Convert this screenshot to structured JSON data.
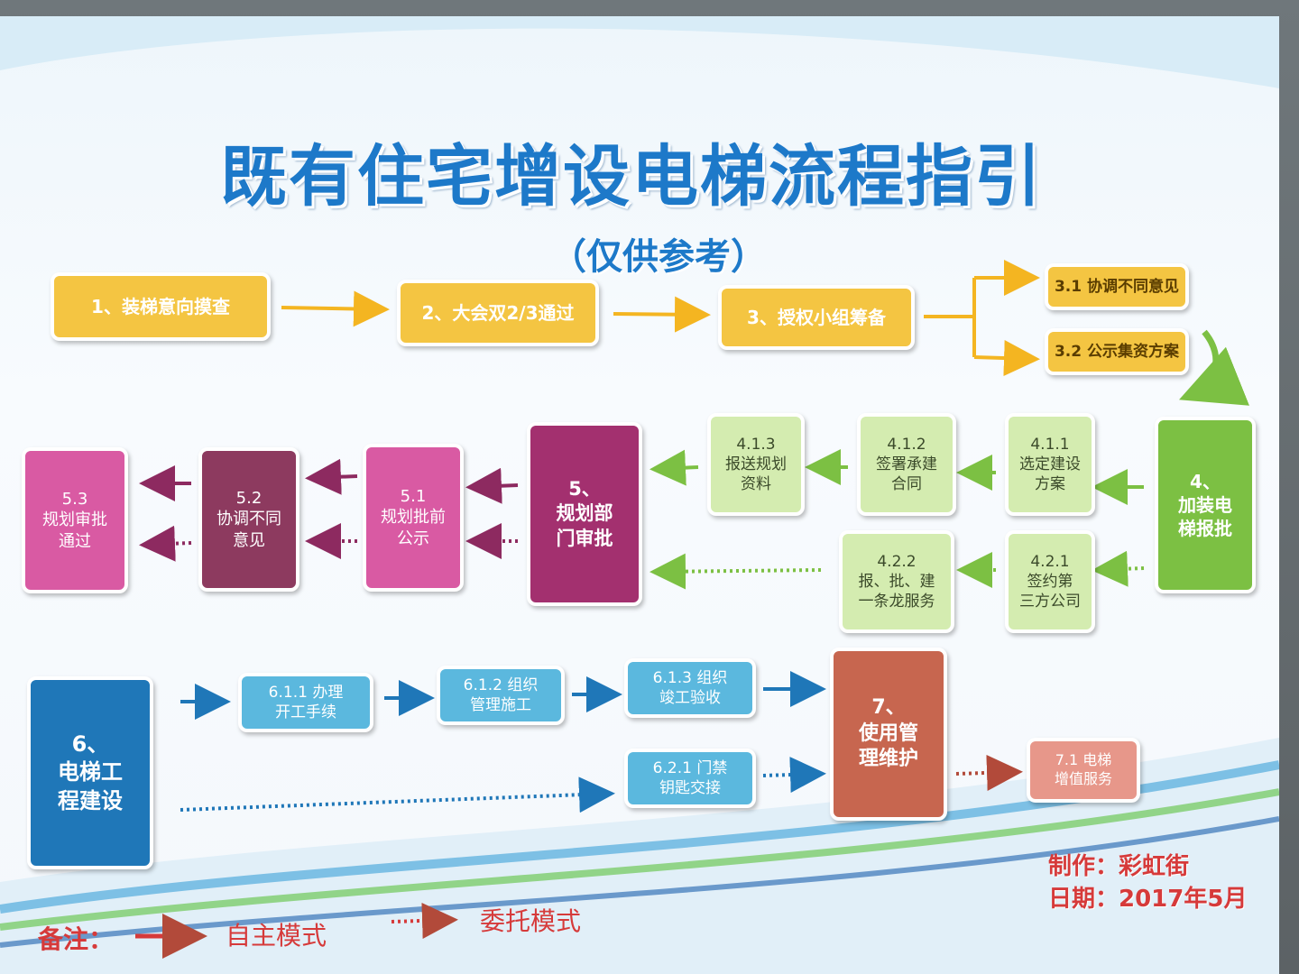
{
  "poster": {
    "title": "既有住宅增设电梯流程指引",
    "subtitle": "（仅供参考）"
  },
  "nodes": {
    "n1": "1、装梯意向摸查",
    "n2": "2、大会双2/3通过",
    "n3": "3、授权小组筹备",
    "n31": "3.1 协调不同意见",
    "n32": "3.2 公示集资方案",
    "n4": "4、\n加装电\n梯报批",
    "n411": "4.1.1\n选定建设\n方案",
    "n412": "4.1.2\n签署承建\n合同",
    "n413": "4.1.3\n报送规划\n资料",
    "n421": "4.2.1\n签约第\n三方公司",
    "n422": "4.2.2\n报、批、建\n一条龙服务",
    "n5": "5、\n规划部\n门审批",
    "n51": "5.1\n规划批前\n公示",
    "n52": "5.2\n协调不同\n意见",
    "n53": "5.3\n规划审批\n通过",
    "n6": "6、\n电梯工\n程建设",
    "n611": "6.1.1 办理\n开工手续",
    "n612": "6.1.2 组织\n管理施工",
    "n613": "6.1.3 组织\n竣工验收",
    "n621": "6.2.1 门禁\n钥匙交接",
    "n7": "7、\n使用管\n理维护",
    "n71": "7.1 电梯\n增值服务"
  },
  "credits": {
    "maker": "制作：彩虹街",
    "date": "日期：2017年5月"
  },
  "legend": {
    "label": "备注：",
    "solid": "自主模式",
    "dotted": "委托模式"
  },
  "colors": {
    "title": "#1d79c9",
    "step1_3": "#f4c542",
    "step4": "#7cc043",
    "step5": "#a3306f",
    "step6": "#1f77b8",
    "step7": "#c7664f",
    "legend": "#d63a3a"
  }
}
